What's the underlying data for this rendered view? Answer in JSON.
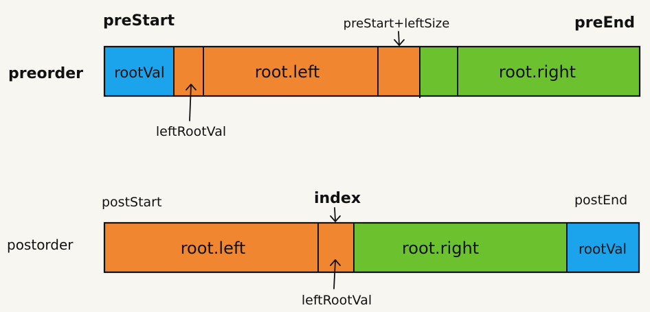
{
  "colors": {
    "background": "#f7f6f1",
    "root_val": "#1ba3ec",
    "left": "#f0862f",
    "right": "#6cc12f",
    "line": "#111111"
  },
  "preorder": {
    "row_label": "preorder",
    "pre_start_label": "preStart",
    "pre_end_label": "preEnd",
    "split_label": "preStart+leftSize",
    "left_root_label": "leftRootVal",
    "segments": {
      "root_val": "rootVal",
      "left": "root.left",
      "right": "root.right"
    }
  },
  "postorder": {
    "row_label": "postorder",
    "post_start_label": "postStart",
    "post_end_label": "postEnd",
    "index_label": "index",
    "left_root_label": "leftRootVal",
    "segments": {
      "left": "root.left",
      "right": "root.right",
      "root_val": "rootVal"
    }
  }
}
